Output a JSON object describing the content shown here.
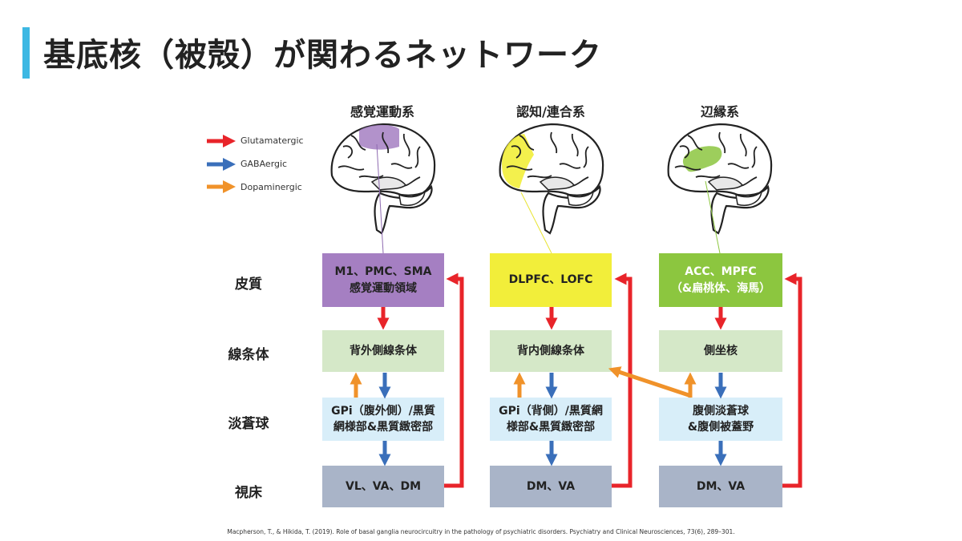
{
  "title": "基底核（被殻）が関わるネットワーク",
  "colors": {
    "accent": "#3db8e3",
    "glutamatergic": "#e8242a",
    "gabaergic": "#3a6fba",
    "dopaminergic": "#f0922a",
    "motor_cortex": "#a57fc2",
    "assoc_cortex": "#f2ee3a",
    "limbic_cortex": "#8cc63f",
    "striatum": "#d5e8c8",
    "pallidum": "#d8eef9",
    "thalamus": "#a9b4c8"
  },
  "legend": [
    {
      "label": "Glutamatergic",
      "color": "#e8242a"
    },
    {
      "label": "GABAergic",
      "color": "#3a6fba"
    },
    {
      "label": "Dopaminergic",
      "color": "#f0922a"
    }
  ],
  "columns": [
    {
      "heading": "感覚運動系"
    },
    {
      "heading": "認知/連合系"
    },
    {
      "heading": "辺縁系"
    }
  ],
  "rows": [
    "皮質",
    "線条体",
    "淡蒼球",
    "視床"
  ],
  "boxes": {
    "motor": {
      "cortex": [
        "M1、PMC、SMA",
        "感覚運動領域"
      ],
      "striatum": [
        "背外側線条体"
      ],
      "pallidum": [
        "GPi（腹外側）/黒質",
        "網様部&黒質緻密部"
      ],
      "thalamus": [
        "VL、VA、DM"
      ]
    },
    "assoc": {
      "cortex": [
        "DLPFC、LOFC"
      ],
      "striatum": [
        "背内側線条体"
      ],
      "pallidum": [
        "GPi（背側）/黒質網",
        "様部&黒質緻密部"
      ],
      "thalamus": [
        "DM、VA"
      ]
    },
    "limbic": {
      "cortex": [
        "ACC、MPFC",
        "（&扁桃体、海馬）"
      ],
      "striatum": [
        "側坐核"
      ],
      "pallidum": [
        "腹側淡蒼球",
        "&腹側被蓋野"
      ],
      "thalamus": [
        "DM、VA"
      ]
    }
  },
  "citation": "Macpherson, T., & Hikida, T. (2019). Role of basal ganglia neurocircuitry in the pathology of psychiatric disorders. Psychiatry and Clinical Neurosciences, 73(6), 289–301."
}
